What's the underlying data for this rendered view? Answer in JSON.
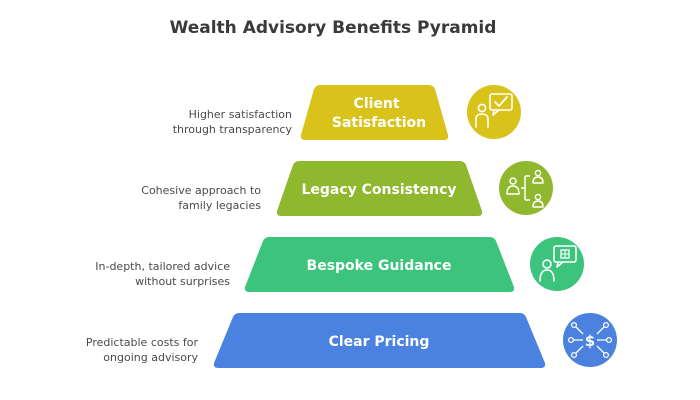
{
  "title": "Wealth Advisory Benefits Pyramid",
  "tiers": [
    {
      "label_lines": [
        "Client",
        "Satisfaction"
      ],
      "description": "Higher satisfaction\nthrough transparency",
      "color": "#d9c21a",
      "icon": "person-checkmark-speech-icon"
    },
    {
      "label_lines": [
        "Legacy Consistency"
      ],
      "description": "Cohesive approach to\nfamily legacies",
      "color": "#8fb82f",
      "icon": "family-hierarchy-icon"
    },
    {
      "label_lines": [
        "Bespoke Guidance"
      ],
      "description": "In-depth, tailored advice\nwithout surprises",
      "color": "#3cc47c",
      "icon": "advisor-speech-bubble-icon"
    },
    {
      "label_lines": [
        "Clear Pricing"
      ],
      "description": "Predictable costs for\nongoing advisory",
      "color": "#4b82e0",
      "icon": "dollar-network-icon"
    }
  ]
}
